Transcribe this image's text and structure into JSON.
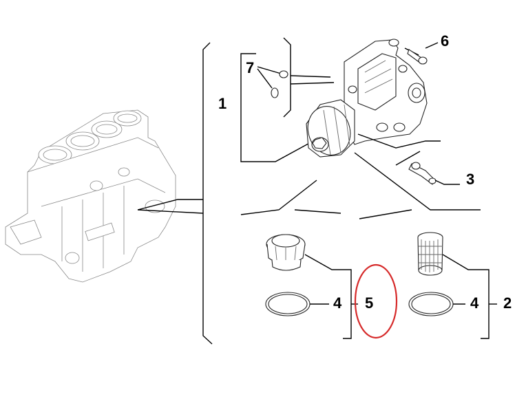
{
  "diagram": {
    "callouts": {
      "c1": "1",
      "c2": "2",
      "c3": "3",
      "c4a": "4",
      "c4b": "4",
      "c5": "5",
      "c6": "6",
      "c7": "7"
    },
    "highlight_color": "#d62a2a",
    "line_color": "#000000"
  }
}
